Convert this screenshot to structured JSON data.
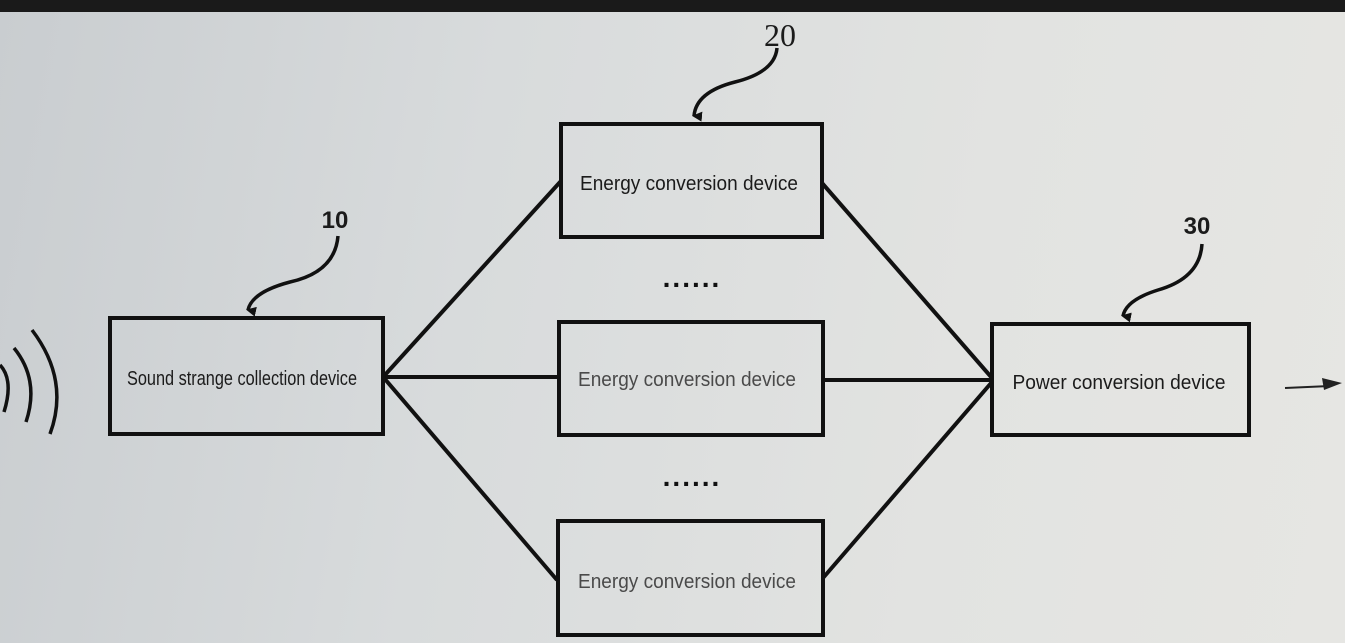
{
  "diagram": {
    "type": "block-diagram",
    "nodes": [
      {
        "id": "sound_collection",
        "ref": "10",
        "label": "Sound strange collection device"
      },
      {
        "id": "energy_1",
        "ref": "20",
        "label": "Energy conversion device"
      },
      {
        "id": "energy_2",
        "ref": "",
        "label": "Energy conversion device"
      },
      {
        "id": "energy_3",
        "ref": "",
        "label": "Energy conversion device"
      },
      {
        "id": "power_conversion",
        "ref": "30",
        "label": "Power conversion device"
      }
    ],
    "ellipsis": [
      "......",
      "......"
    ],
    "edges": [
      {
        "from": "sound_collection",
        "to": "energy_1"
      },
      {
        "from": "sound_collection",
        "to": "energy_2"
      },
      {
        "from": "sound_collection",
        "to": "energy_3"
      },
      {
        "from": "energy_1",
        "to": "power_conversion"
      },
      {
        "from": "energy_2",
        "to": "power_conversion"
      },
      {
        "from": "energy_3",
        "to": "power_conversion"
      }
    ],
    "input_symbol": "sound-waves-icon",
    "output_symbol": "output-arrow-icon"
  },
  "colors": {
    "line": "#111111",
    "text_dark": "#1b1b1b",
    "text_faded": "#4a4a4a"
  }
}
